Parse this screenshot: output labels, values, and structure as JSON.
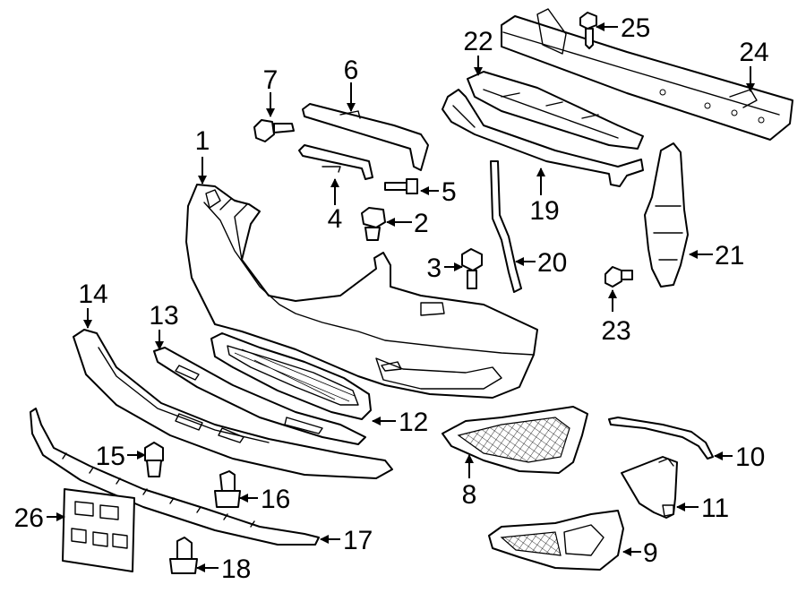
{
  "callouts": {
    "c1": "1",
    "c2": "2",
    "c3": "3",
    "c4": "4",
    "c5": "5",
    "c6": "6",
    "c7": "7",
    "c8": "8",
    "c9": "9",
    "c10": "10",
    "c11": "11",
    "c12": "12",
    "c13": "13",
    "c14": "14",
    "c15": "15",
    "c16": "16",
    "c17": "17",
    "c18": "18",
    "c19": "19",
    "c20": "20",
    "c21": "21",
    "c22": "22",
    "c23": "23",
    "c24": "24",
    "c25": "25",
    "c26": "26"
  },
  "style": {
    "line_color": "#000000",
    "background": "#ffffff"
  }
}
